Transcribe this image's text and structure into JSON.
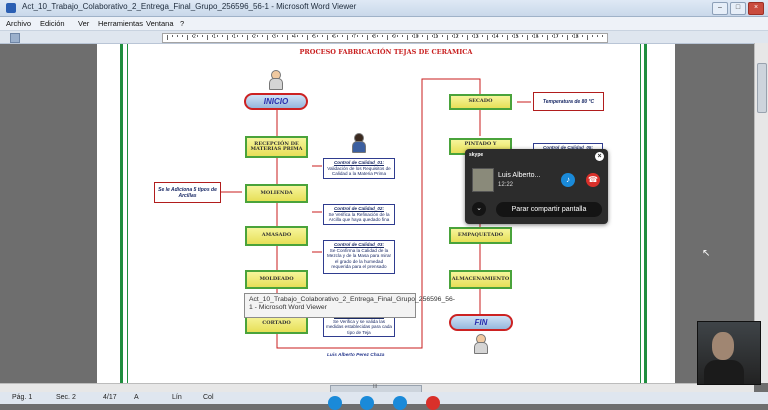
{
  "window": {
    "title": "Act_10_Trabajo_Colaborativo_2_Entrega_Final_Grupo_256596_56-1 - Microsoft Word Viewer",
    "controls": [
      "–",
      "□",
      "×"
    ]
  },
  "menu": [
    "Archivo",
    "Edición",
    "Ver",
    "Herramientas",
    "Ventana",
    "?"
  ],
  "ruler_numbers": [
    "2",
    "1",
    "1",
    "2",
    "3",
    "4",
    "5",
    "6",
    "7",
    "8",
    "9",
    "10",
    "11",
    "12",
    "13",
    "14",
    "15",
    "16",
    "17",
    "18"
  ],
  "document": {
    "title": "PROCESO FABRICACIÓN TEJAS DE CERAMICA",
    "start_label": "INICIO",
    "end_label": "FIN",
    "steps_left": [
      "RECEPCIÓN DE MATERIAS PRIMA",
      "MOLIENDA",
      "AMASADO",
      "MOLDEADO",
      "CORTADO"
    ],
    "steps_right": [
      "SECADO",
      "PINTADO Y",
      "EMPAQUETADO",
      "ALMACENAMIENTO"
    ],
    "quality_checks": [
      {
        "title": "Control de Calidad_01:",
        "text": "Validación de los Requisitos de Calidad a la Materia Prima"
      },
      {
        "title": "Control de Calidad_02:",
        "text": "Se Verifica la Refinación de la Arcilla que haya quedado fina"
      },
      {
        "title": "Control de Calidad_03:",
        "text": "Se Confirma la Calidad de la Mezcla y de la Masa para mirar el grado de la humedad requerida para el prensado"
      },
      {
        "title": "Control de Calidad_04:",
        "text": "Se Verifica y se valida las medidas establecidas para cada tipo de Teja"
      },
      {
        "title": "Control de Calidad_05:",
        "text": ""
      }
    ],
    "note_left": "Se le Adiciona 5 tipos de Arcillas",
    "note_right": "Temperatura de 80 °C",
    "author": "Luis Alberto Perez Chaza"
  },
  "tooltip": "Act_10_Trabajo_Colaborativo_2_Entrega_Final_Grupo_256596_56-1 - Microsoft Word Viewer",
  "skype": {
    "brand": "skype",
    "caller": "Luis Alberto...",
    "duration": "12:22",
    "share_label": "Parar compartir pantalla"
  },
  "statusbar": {
    "page": "Pág. 1",
    "section": "Sec. 2",
    "pages": "4/17",
    "at": "A",
    "lin": "Lín",
    "col": "Col"
  },
  "scroll_page_label": "III",
  "colors": {
    "flow_red": "#c81e1e",
    "box_green_border": "#4aa33b",
    "box_yellow": "#efe878",
    "skype_bg": "#2c2c2c",
    "mic_blue": "#1a8ad9",
    "hangup_red": "#d9302a"
  }
}
